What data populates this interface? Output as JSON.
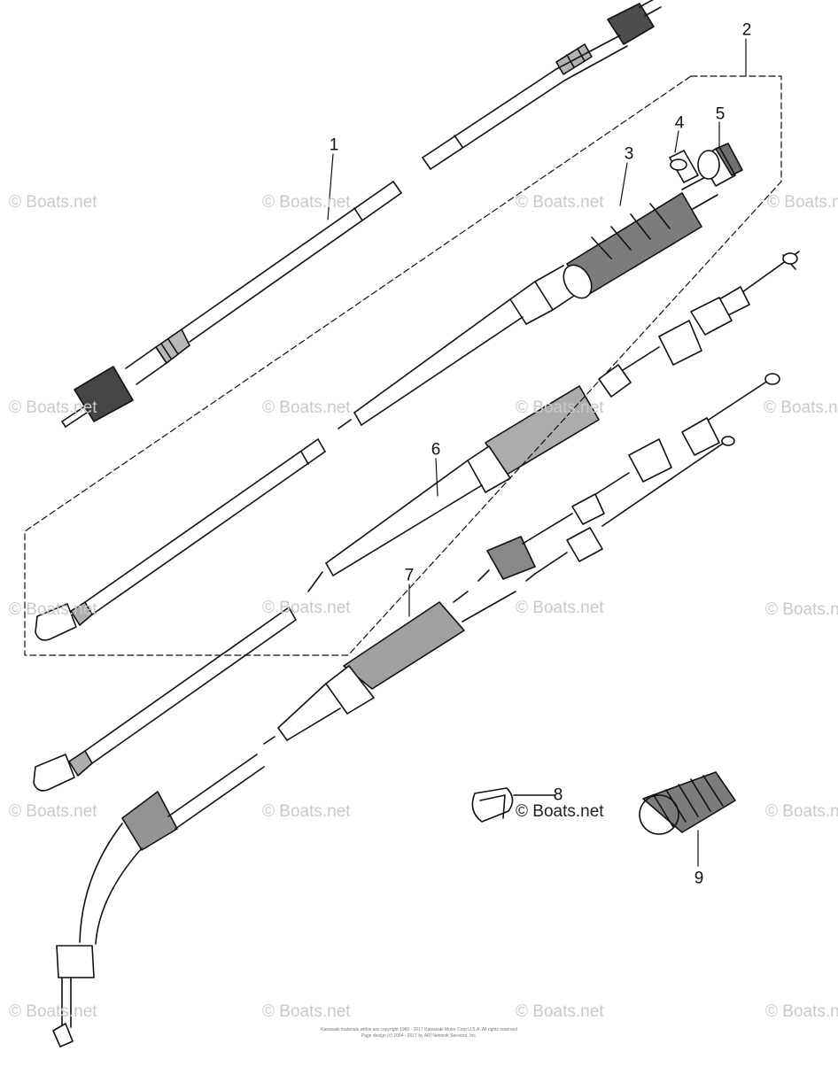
{
  "watermark_text": "© Boats.net",
  "callouts": [
    {
      "id": "1",
      "label": "1"
    },
    {
      "id": "2",
      "label": "2"
    },
    {
      "id": "3",
      "label": "3"
    },
    {
      "id": "4",
      "label": "4"
    },
    {
      "id": "5",
      "label": "5"
    },
    {
      "id": "6",
      "label": "6"
    },
    {
      "id": "7",
      "label": "7"
    },
    {
      "id": "8",
      "label": "8"
    },
    {
      "id": "9",
      "label": "9"
    }
  ],
  "copyright": {
    "line1": "Kawasaki materials within are copyright 1966 - 2017 Kawasaki Motor Corp U.S.A. All rights reserved",
    "line2": "Page design (c) 2004 - 2017 by ARI Network Services, Inc."
  },
  "colors": {
    "line": "#111111",
    "watermark": "#c9c9c9"
  }
}
